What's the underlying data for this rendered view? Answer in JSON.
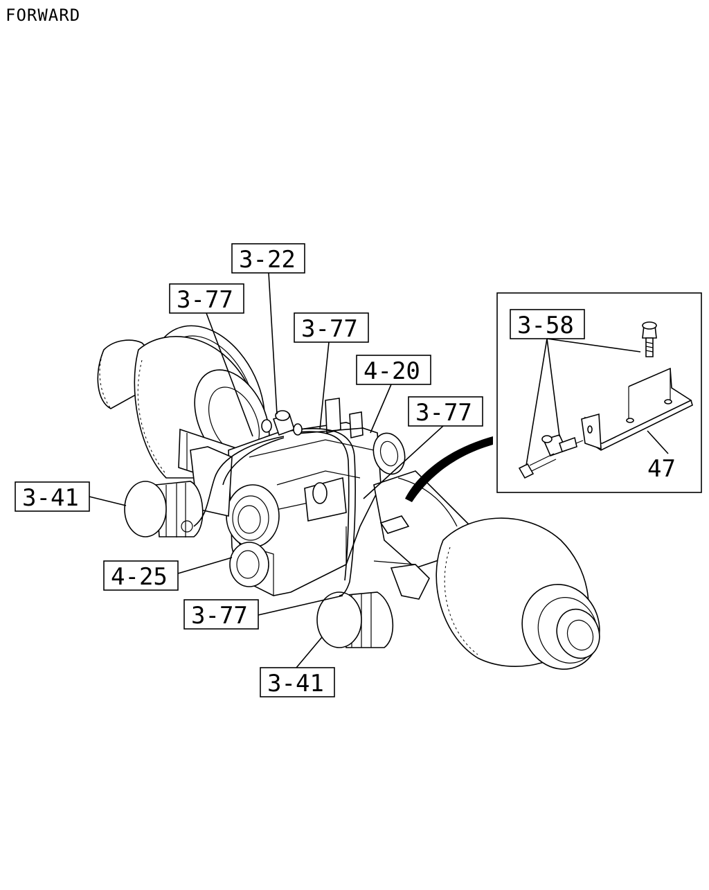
{
  "header": {
    "direction": "FORWARD"
  },
  "callouts": {
    "c_3_22": "3-22",
    "c_3_77_a": "3-77",
    "c_3_77_b": "3-77",
    "c_4_20": "4-20",
    "c_3_77_c": "3-77",
    "c_3_41_left": "3-41",
    "c_4_25": "4-25",
    "c_3_77_d": "3-77",
    "c_3_41_bottom": "3-41"
  },
  "inset": {
    "c_3_58": "3-58",
    "c_47": "47"
  }
}
